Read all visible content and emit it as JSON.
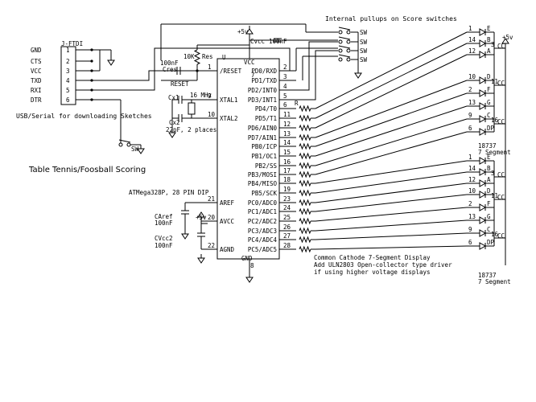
{
  "title": "Table Tennis/Foosball Scoring",
  "pullups_note": "Internal pullups on Score switches",
  "usb_note": "USB/Serial for downloading Sketches",
  "ftdi": {
    "label": "J-FTDI",
    "pins": [
      {
        "name": "GND",
        "num": "1"
      },
      {
        "name": "CTS",
        "num": "2"
      },
      {
        "name": "VCC",
        "num": "3"
      },
      {
        "name": "TXD",
        "num": "4"
      },
      {
        "name": "RXI",
        "num": "5"
      },
      {
        "name": "DTR",
        "num": "6"
      }
    ]
  },
  "mcu": {
    "ref": "U",
    "part": "ATMega328P, 28 PIN DIP",
    "vcc_label": "VCC",
    "gnd_label": "GND",
    "vcc_pin": "7",
    "gnd_pin": "8",
    "left_pins": [
      {
        "name": "/RESET",
        "num": "1"
      },
      {
        "name": "XTAL1",
        "num": "9"
      },
      {
        "name": "XTAL2",
        "num": "10"
      },
      {
        "name": "AREF",
        "num": "21"
      },
      {
        "name": "AVCC",
        "num": "20"
      },
      {
        "name": "AGND",
        "num": "22"
      }
    ],
    "right_pins": [
      {
        "name": "PD0/RXD",
        "num": "2"
      },
      {
        "name": "PD1/TXD",
        "num": "3"
      },
      {
        "name": "PD2/INT0",
        "num": "4"
      },
      {
        "name": "PD3/INT1",
        "num": "5"
      },
      {
        "name": "PD4/T0",
        "num": "6"
      },
      {
        "name": "PD5/T1",
        "num": "11"
      },
      {
        "name": "PD6/AIN0",
        "num": "12"
      },
      {
        "name": "PD7/AIN1",
        "num": "13"
      },
      {
        "name": "PB0/ICP",
        "num": "14"
      },
      {
        "name": "PB1/OC1",
        "num": "15"
      },
      {
        "name": "PB2/SS",
        "num": "16"
      },
      {
        "name": "PB3/MOSI",
        "num": "17"
      },
      {
        "name": "PB4/MISO",
        "num": "18"
      },
      {
        "name": "PB5/SCK",
        "num": "19"
      },
      {
        "name": "PC0/ADC0",
        "num": "23"
      },
      {
        "name": "PC1/ADC1",
        "num": "24"
      },
      {
        "name": "PC2/ADC2",
        "num": "25"
      },
      {
        "name": "PC3/ADC3",
        "num": "26"
      },
      {
        "name": "PC4/ADC4",
        "num": "27"
      },
      {
        "name": "PC5/ADC5",
        "num": "28"
      }
    ]
  },
  "components": {
    "res_label": "Res",
    "res_value": "10K",
    "cres_value": "100nF",
    "cres_label": "Cres",
    "reset_net": "RESET",
    "cx1": "Cx1",
    "cx2": "Cx2",
    "crystal": "16 MHz",
    "caps_note": "22pF, 2 places",
    "cvcc_label": "Cvcc",
    "cvcc_value": "100nF",
    "caref_label": "CAref",
    "caref_value": "100nF",
    "cvcc2_label": "CVcc2",
    "cvcc2_value": "100nF",
    "r_label": "R",
    "plus5v": "+5v"
  },
  "switch_label": "SW",
  "display": {
    "part": "18737",
    "type_label": "7 Segment",
    "cc_label": "CC",
    "plus5v": "+5v",
    "segments": [
      {
        "pin": "1",
        "seg": "E"
      },
      {
        "pin": "14",
        "seg": "B"
      },
      {
        "pin": "12",
        "seg": "A"
      },
      {
        "pin": "10",
        "seg": "D"
      },
      {
        "pin": "2",
        "seg": "F"
      },
      {
        "pin": "13",
        "seg": "G"
      },
      {
        "pin": "9",
        "seg": "C"
      },
      {
        "pin": "6",
        "seg": "DP"
      }
    ],
    "cc_pins": [
      "3",
      "11",
      "16"
    ]
  },
  "notes": [
    "Common Cathode 7-Segment Display",
    "Add ULN2803 Open-collector type driver",
    "if using higher voltage displays"
  ]
}
